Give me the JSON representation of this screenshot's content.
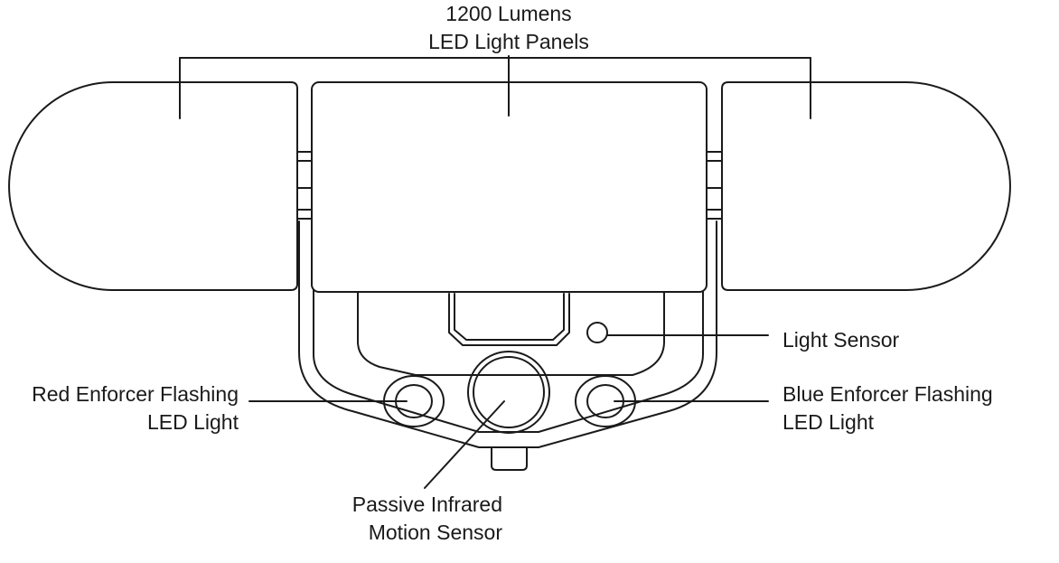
{
  "labels": {
    "light_panels": {
      "line1": "1200 Lumens",
      "line2": "LED Light Panels"
    },
    "light_sensor": {
      "line1": "Light Sensor"
    },
    "red_led": {
      "line1": "Red Enforcer Flashing",
      "line2": "LED Light"
    },
    "blue_led": {
      "line1": "Blue Enforcer Flashing",
      "line2": "LED Light"
    },
    "motion_sensor": {
      "line1": "Passive Infrared",
      "line2": "Motion Sensor"
    }
  },
  "colors": {
    "stroke": "#1a1a1a",
    "background": "#ffffff"
  }
}
